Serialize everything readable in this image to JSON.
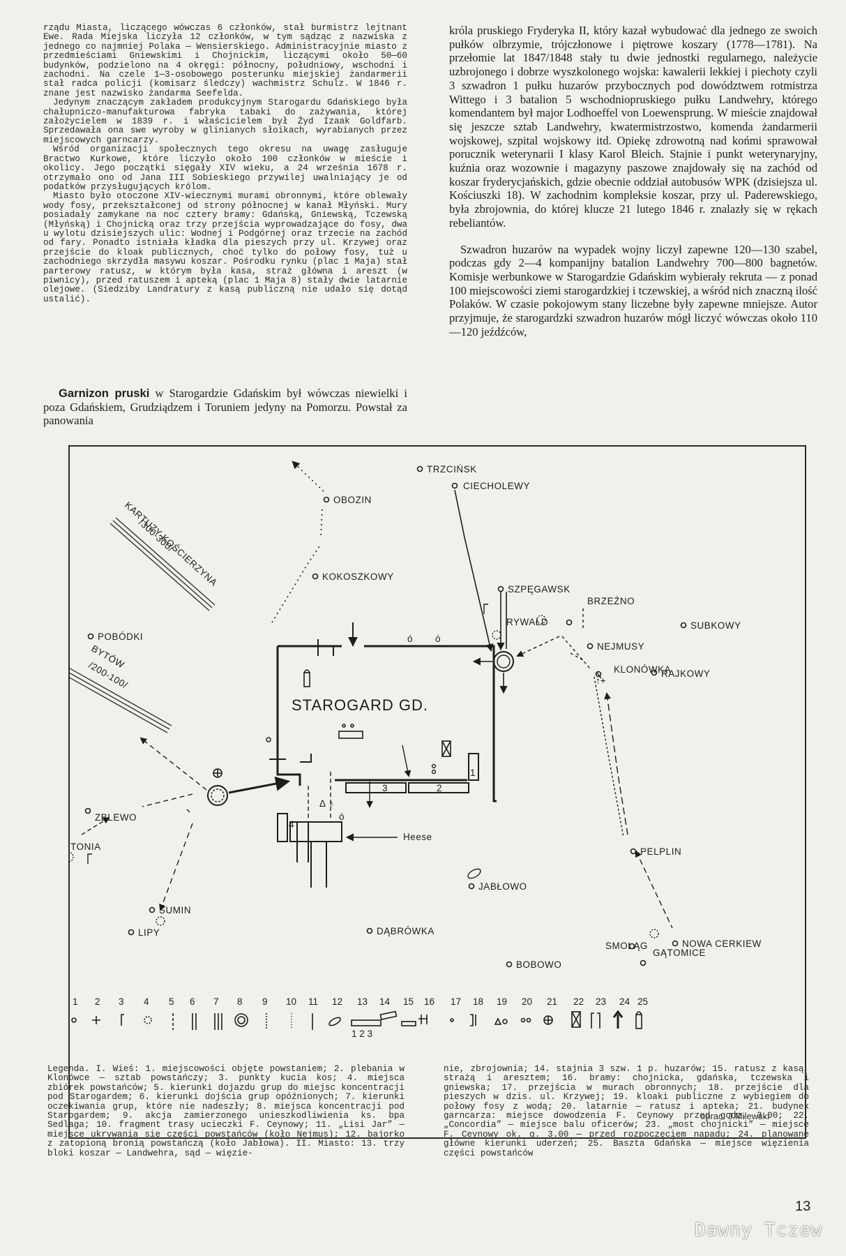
{
  "left_column": [
    {
      "text": "rządu Miasta, liczącego wówczas 6 członków, stał burmistrz lejtnant Ewe. Rada Miejska liczyła 12 członków, w tym sądząc z nazwiska z jednego co najmniej Polaka — Wensierskiego. Administracyjnie miasto z przedmieściami Gniewskimi i Chojnickim, liczącymi około 50—60 budynków, podzielono na 4 okręgi: północny, południowy, wschodni i zachodni. Na czele 1—3-osobowego posterunku miejskiej żandarmerii stał radca policji (komisarz śledczy) wachmistrz Schulz. W 1846 r. znane jest nazwisko żandarma Seefelda.",
      "indent": false
    },
    {
      "text": "Jedynym znaczącym zakładem produkcyjnym Starogardu Gdańskiego była chałupniczo-manufakturowa fabryka tabaki do zażywania, której założycielem w 1839 r. i właścicielem był Żyd Izaak Goldfarb. Sprzedawała ona swe wyroby w glinianych słoikach, wyrabianych przez miejscowych garncarzy.",
      "indent": true
    },
    {
      "text": "Wśród organizacji społecznych tego okresu na uwagę zasługuje Bractwo Kurkowe, które liczyło około 100 członków w mieście i okolicy. Jego początki sięgały XIV wieku, a 24 września 1678 r. otrzymało ono od Jana III Sobieskiego przywilej uwalniający je od podatków przysługujących królom.",
      "indent": true
    },
    {
      "text": "Miasto było otoczone XIV-wiecznymi murami obronnymi, które oblewały wody fosy, przekształconej od strony północnej w kanał Młyński. Mury posiadały zamykane na noc cztery bramy: Gdańską, Gniewską, Tczewską (Młyńską) i Chojnicką oraz trzy przejścia wyprowadzające do fosy, dwa u wylotu dzisiejszych ulic: Wodnej i Podgórnej oraz trzecie na zachód od fary. Ponadto istniała kładka dla pieszych przy ul. Krzywej oraz przejście do kloak publicznych, choć tylko do połowy fosy, tuż u zachodniego skrzydła masywu koszar. Pośrodku rynku (plac 1 Maja) stał parterowy ratusz, w którym była kasa, straż główna i areszt (w piwnicy), przed ratuszem i apteką (plac 1 Maja 8) stały dwie latarnie olejowe. (Siedziby Landratury z kasą publiczną nie udało się dotąd ustalić).",
      "indent": true
    }
  ],
  "garnizon": {
    "bold": "Garnizon pruski",
    "rest": " w Starogardzie Gdańskim był wówczas niewielki i poza Gdańskiem, Grudziądzem i Toruniem jedyny na Pomorzu. Powstał za panowania"
  },
  "right_column": [
    {
      "text": "króla pruskiego Fryderyka II, który kazał wybudować dla jednego ze swoich pułków olbrzymie, trójczłonowe i piętrowe koszary (1778—1781). Na przełomie lat 1847/1848 stały tu dwie jednostki regularnego, należycie uzbrojonego i dobrze wyszkolonego wojska: kawalerii lekkiej i piechoty czyli 3 szwadron 1 pułku huzarów przybocznych pod dowództwem rotmistrza Wittego i 3 batalion 5 wschodniopruskiego pułku Landwehry, którego komendantem był major Lodhoeffel von Loewensprung. W mieście znajdował się jeszcze sztab Landwehry, kwatermistrzostwo, komenda żandarmerii wojskowej, szpital wojskowy itd. Opiekę zdrowotną nad końmi sprawował porucznik weterynarii I klasy Karol Bleich. Stajnie i punkt weterynaryjny, kuźnia oraz wozownie i magazyny paszowe znajdowały się na zachód od koszar fryderycjańskich, gdzie obecnie oddział autobusów WPK (dzisiejsza ul. Kościuszki 18). W zachodnim kompleksie koszar, przy ul. Paderewskiego, była zbrojownia, do której klucze 21 lutego 1846 r. znalazły się w rękach rebeliantów.",
      "indent": false,
      "gap": false
    },
    {
      "text": "Szwadron huzarów na wypadek wojny liczył zapewne 120—130 szabel, podczas gdy 2—4 kompanijny batalion Landwehry 700—800 bagnetów. Komisje werbunkowe w Starogardzie Gdańskim wybierały rekruta — z ponad 100 miejscowości ziemi starogardzkiej i tczewskiej, a wśród nich znaczną ilość Polaków. W czasie pokojowym stany liczebne były zapewne mniejsze. Autor przyjmuje, że starogardzki szwadron huzarów mógł liczyć wówczas około 110—120 jeźdźców,",
      "indent": true,
      "gap": true
    }
  ],
  "map": {
    "places": {
      "trzcinsk": "TRZCIŃSK",
      "obozin": "OBOZIN",
      "ciecholewy": "CIECHOLEWY",
      "kokoszkowy": "KOKOSZKOWY",
      "szpegawsk": "SZPĘGAWSK",
      "brzezno": "BRZEŹNO",
      "rywald": "RYWAŁD",
      "subkowy": "SUBKOWY",
      "nejmusy": "NEJMUSY",
      "klonowka": "KLONÓWKA",
      "rajkowy": "RAJKOWY",
      "pobodki": "POBÓDKI",
      "zblewo": "ZBLEWO",
      "bytonia": "BYTONIA",
      "sumin": "SUMIN",
      "lipy": "LIPY",
      "dabrowka": "DĄBRÓWKA",
      "jablowo": "JABŁOWO",
      "pelplin": "PELPLIN",
      "smolag": "SMOLĄG",
      "bobowo": "BOBOWO",
      "nowa_cerkiew": "NOWA CERKIEW",
      "gatomice": "GĄTOMICE"
    },
    "town": "STAROGARD GD.",
    "heese": "Heese",
    "road_kartuzy": "KARTUZY-KOŚCIERZYNA",
    "road_kartuzy_dist": "/300-300/",
    "road_bytow": "BYTÓW",
    "road_bytow_dist": "/200-100/",
    "barracks_numbers": [
      "1",
      "2",
      "3",
      "4"
    ],
    "legend_numbers": [
      "1",
      "2",
      "3",
      "4",
      "5",
      "6",
      "7",
      "8",
      "9",
      "10",
      "11",
      "12",
      "13",
      "14",
      "15",
      "16",
      "17",
      "18",
      "19",
      "20",
      "21",
      "22",
      "23",
      "24",
      "25"
    ],
    "legend_sub": "1 2 3"
  },
  "credit": "oprac. J.Milewski",
  "legend_left": "Legenda. I. Wieś: 1. miejscowości objęte powstaniem; 2. plebania w Klonówce — sztab powstańczy; 3. punkty kucia kos; 4. miejsca zbiórek powstańców; 5. kierunki dojazdu grup do miejsc koncentracji pod Starogardem; 6. kierunki dojścia grup opóźnionych; 7. kierunki oczekiwania grup, które nie nadeszły; 8. miejsca koncentracji pod Starogardem; 9. akcja zamierzonego unieszkodliwienia ks. bpa Sedlaga; 10. fragment trasy ucieczki F. Ceynowy; 11. „Lisi Jar” — miejsce ukrywania się części powstańców (koło Nejmus); 12. bajorko z zatopioną bronią powstańczą (koło Jabłowa). II. Miasto: 13. trzy bloki koszar — Landwehra, sąd — więzie-",
  "legend_right": "nie, zbrojownia; 14. stajnia 3 szw. 1 p. huzarów; 15. ratusz z kasą, strażą i aresztem; 16. bramy: chojnicka, gdańska, tczewska i gniewska; 17. przejścia w murach obronnych; 18. przejście dla pieszych w dzis. ul. Krzywej; 19. kloaki publiczne z wybiegiem do połowy fosy z wodą; 20. latarnie — ratusz i apteka; 21. budynek garncarza: miejsce dowodzenia F. Ceynowy przed godz. 3.00; 22. „Concordia” — miejsce balu oficerów; 23. „most chojnicki” — miejsce F. Ceynowy ok. g. 3.00 — przed rozpoczęciem napadu; 24. planowane główne kierunki uderzeń; 25. Baszta Gdańska — miejsce więzienia części powstańców",
  "page_number": "13",
  "watermark": "Dawny Tczew"
}
